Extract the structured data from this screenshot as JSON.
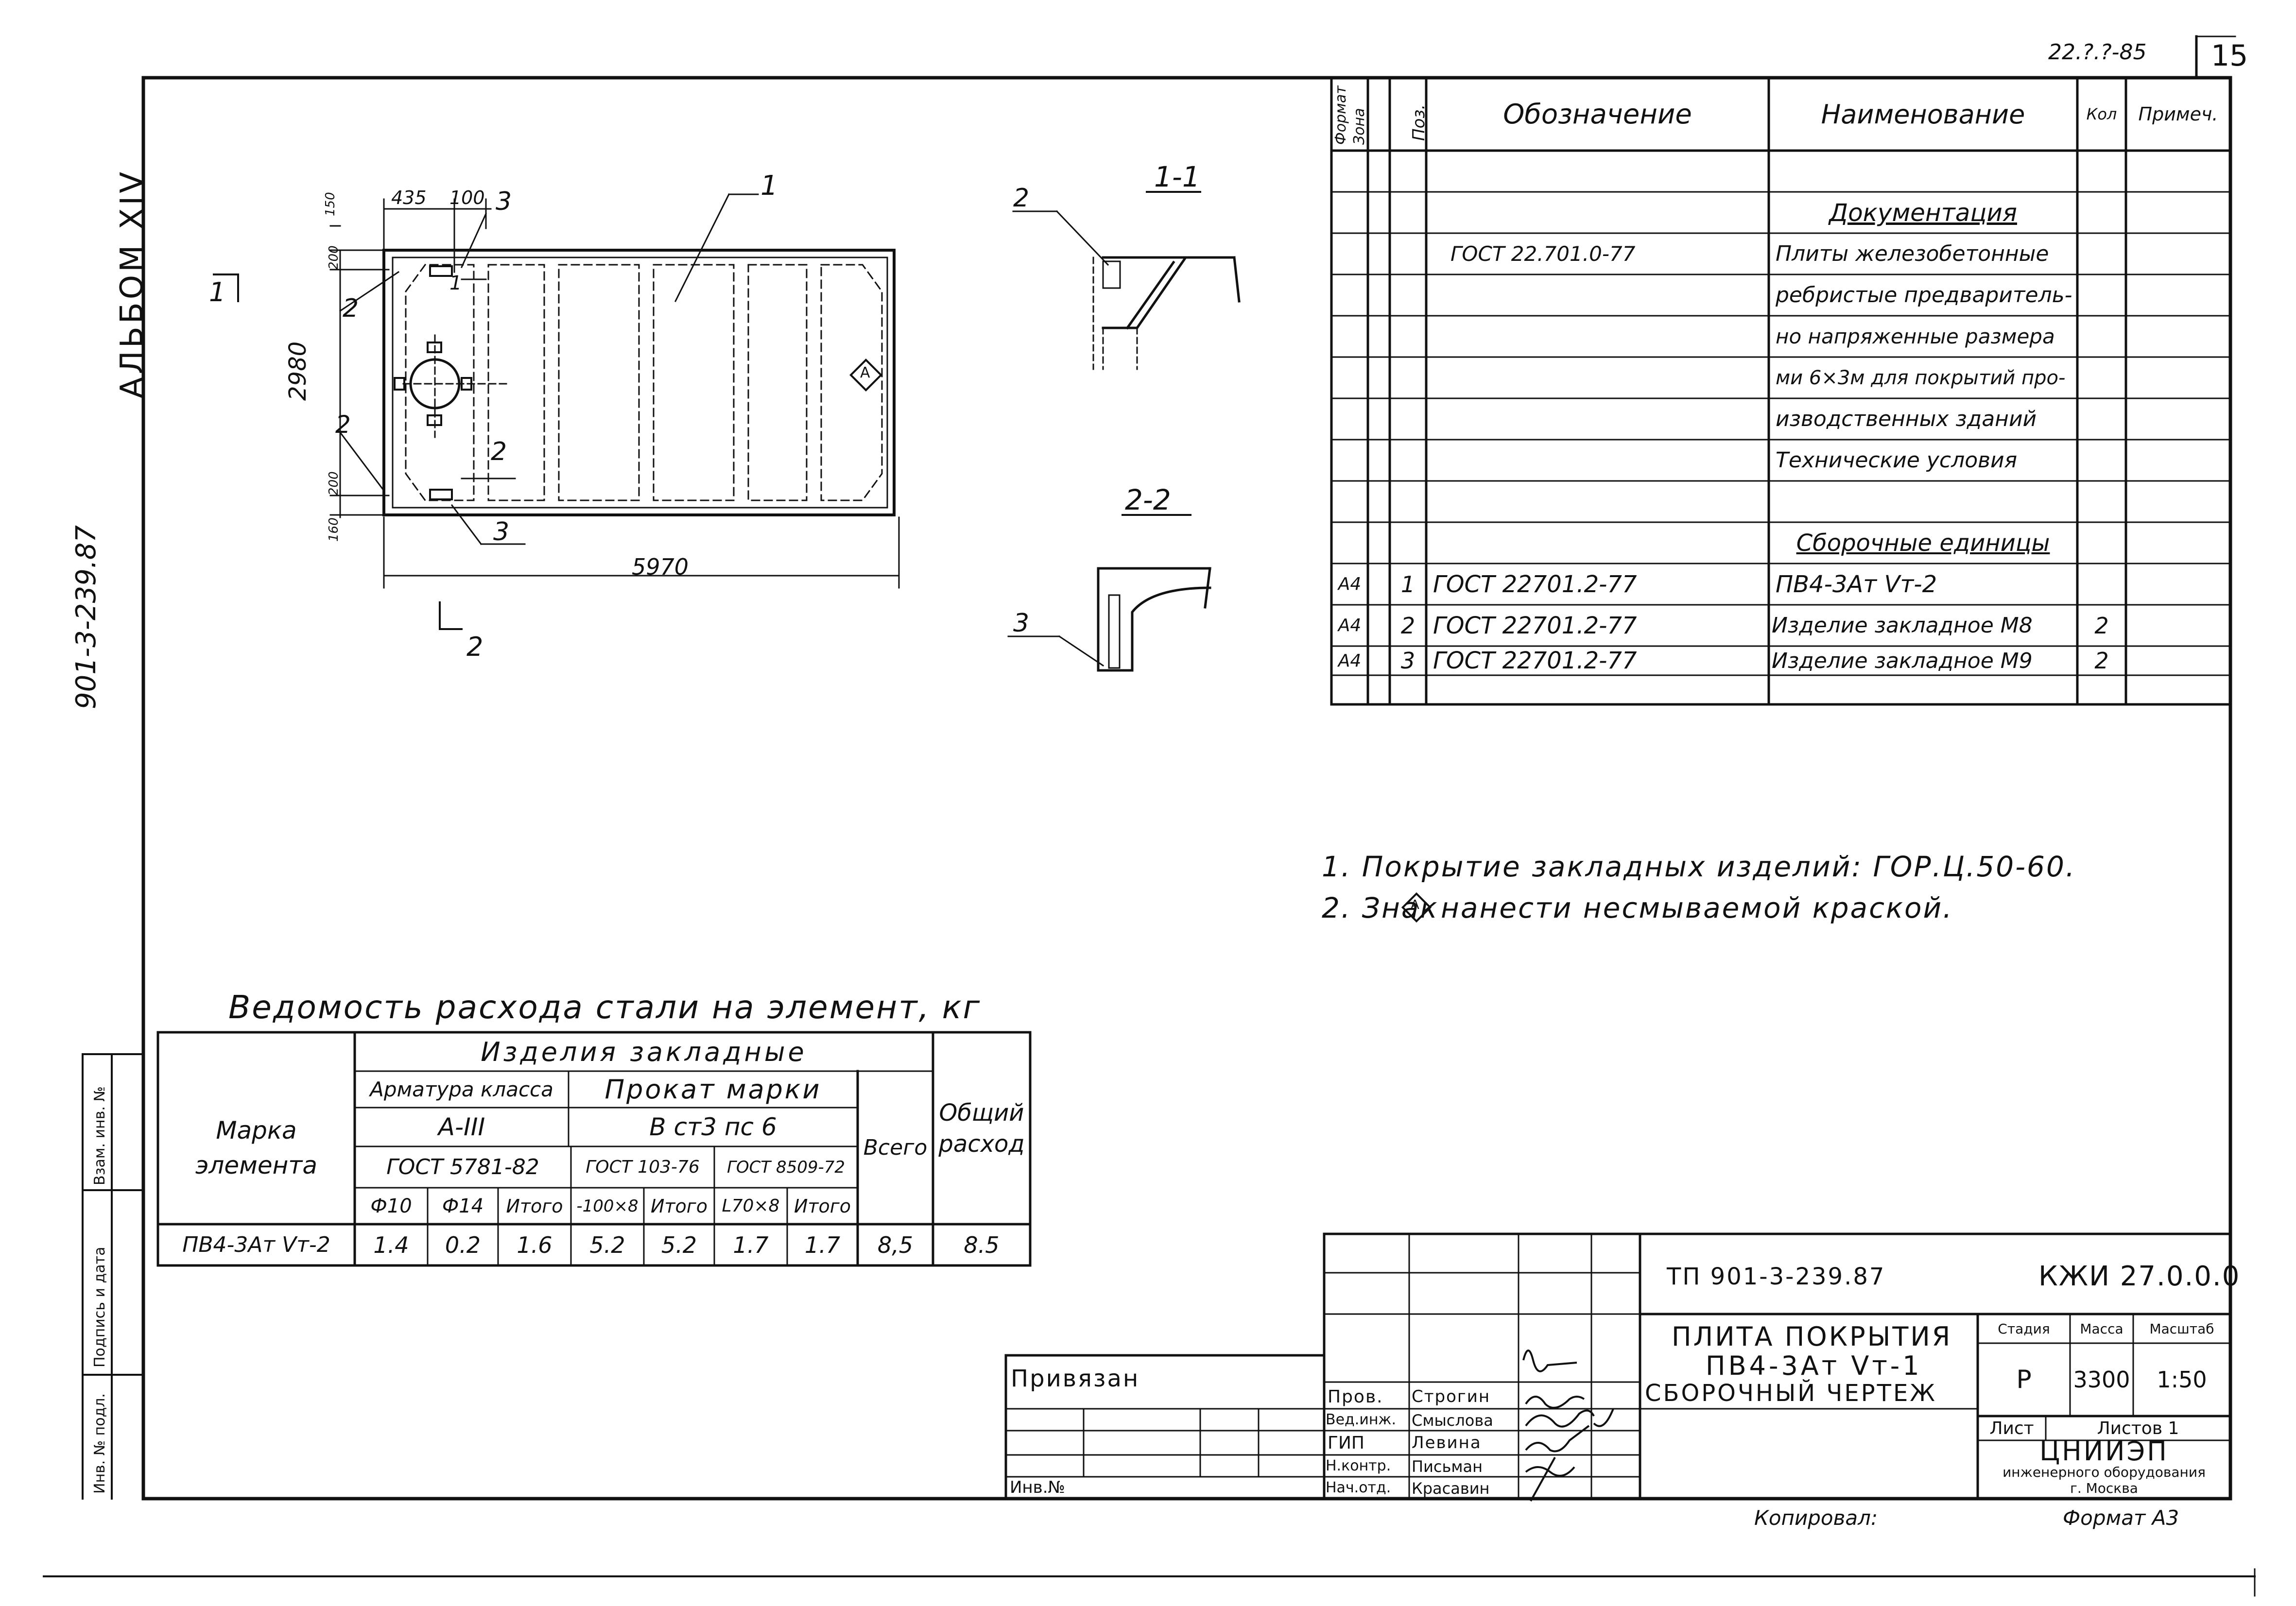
{
  "sheet": {
    "number": "15",
    "top_code": "22.?.?-85",
    "album": "АЛЬБОМ XIV",
    "series_vertical": "901-3-239.87"
  },
  "spec_table": {
    "headers": {
      "format": "Формат",
      "zone": "Зона",
      "pos": "Поз.",
      "designation": "Обозначение",
      "name": "Наименование",
      "qty": "Кол",
      "note": "Примеч."
    },
    "rows": [
      {
        "format": "",
        "pos": "",
        "designation": "",
        "name": "",
        "qty": ""
      },
      {
        "format": "",
        "pos": "",
        "designation": "",
        "name": "Документация",
        "qty": ""
      },
      {
        "format": "",
        "pos": "",
        "designation": "ГОСТ 22.701.0-77",
        "name": "Плиты железобетонные",
        "qty": ""
      },
      {
        "format": "",
        "pos": "",
        "designation": "",
        "name": "ребристые предваритель-",
        "qty": ""
      },
      {
        "format": "",
        "pos": "",
        "designation": "",
        "name": "но напряженные размера",
        "qty": ""
      },
      {
        "format": "",
        "pos": "",
        "designation": "",
        "name": "ми 6×3м для покрытий про-",
        "qty": ""
      },
      {
        "format": "",
        "pos": "",
        "designation": "",
        "name": "изводственных зданий",
        "qty": ""
      },
      {
        "format": "",
        "pos": "",
        "designation": "",
        "name": "Технические условия",
        "qty": ""
      },
      {
        "format": "",
        "pos": "",
        "designation": "",
        "name": "",
        "qty": ""
      },
      {
        "format": "",
        "pos": "",
        "designation": "",
        "name": "Сборочные единицы",
        "qty": ""
      },
      {
        "format": "А4",
        "pos": "1",
        "designation": "ГОСТ 22701.2-77",
        "name": "ПВ4-3Ат Vт-2",
        "qty": ""
      },
      {
        "format": "А4",
        "pos": "2",
        "designation": "ГОСТ 22701.2-77",
        "name": "Изделие закладное М8",
        "qty": "2"
      },
      {
        "format": "А4",
        "pos": "3",
        "designation": "ГОСТ 22701.2-77",
        "name": "Изделие закладное М9",
        "qty": "2"
      },
      {
        "format": "",
        "pos": "",
        "designation": "",
        "name": "",
        "qty": ""
      }
    ]
  },
  "notes": [
    "1. Покрытие закладных изделий: ГОР.Ц.50-60.",
    "2. Знак",
    "нанести несмываемой краской."
  ],
  "plan": {
    "dim_435": "435",
    "dim_100": "100",
    "dim_150": "150",
    "dim_200_top": "200",
    "dim_2980": "2980",
    "dim_200_bot": "200",
    "dim_160": "160",
    "dim_5970": "5970",
    "section_1": "1",
    "section_2": "2",
    "lead_1": "1",
    "lead_2a": "2",
    "lead_2b": "2",
    "lead_2c": "2",
    "lead_3a": "3",
    "lead_3b": "3",
    "lead_1b": "1",
    "mark_A": "А"
  },
  "sections": {
    "s11": "1-1",
    "s22": "2-2",
    "lead_2": "2",
    "lead_3": "3"
  },
  "steel_table": {
    "title": "Ведомость расхода стали на элемент, кг",
    "h_items": "Изделия закладные",
    "h_rebar": "Арматура класса",
    "h_rolled": "Прокат марки",
    "h_class": "А-III",
    "h_grade": "В ст3 пс 6",
    "h_mark": "Марка элемента",
    "h_gost1": "ГОСТ 5781-82",
    "h_gost2": "ГОСТ 103-76",
    "h_gost3": "ГОСТ 8509-72",
    "h_total": "Всего",
    "h_overall": "Общий расход",
    "sub": [
      "Ф10",
      "Ф14",
      "Итого",
      "-100×8",
      "Итого",
      "L70×8",
      "Итого"
    ],
    "row": {
      "mark": "ПВ4-3Ат Vт-2",
      "values": [
        "1.4",
        "0.2",
        "1.6",
        "5.2",
        "5.2",
        "1.7",
        "1.7",
        "8,5",
        "8.5"
      ]
    }
  },
  "left_strip": [
    "Инв. № подл.",
    "Подпись и дата",
    "Взам. инв. №"
  ],
  "title_block": {
    "doc": "ТП 901-3-239.87",
    "code": "КЖИ 27.0.0.0",
    "title1": "ПЛИТА ПОКРЫТИЯ",
    "title2": "ПВ4-3Ат Vт-1",
    "title3": "СБОРОЧНЫЙ ЧЕРТЕЖ",
    "stage_h": "Стадия",
    "mass_h": "Масса",
    "scale_h": "Масштаб",
    "stage": "Р",
    "mass": "3300",
    "scale": "1:50",
    "sheet_h": "Лист",
    "sheets_h": "Листов 1",
    "org1": "ЦНИИЭП",
    "org2": "инженерного оборудования",
    "org3": "г. Москва",
    "privyazan": "Привязан",
    "inv": "Инв.№",
    "roles": [
      "Пров.",
      "Вед.инж.",
      "ГИП",
      "Н.контр.",
      "Нач.отд."
    ],
    "people": [
      "Строгин",
      "Смыслова",
      "Левина",
      "Письман",
      "Красавин"
    ]
  },
  "footer": {
    "copied": "Копировал:",
    "format": "Формат А3"
  }
}
